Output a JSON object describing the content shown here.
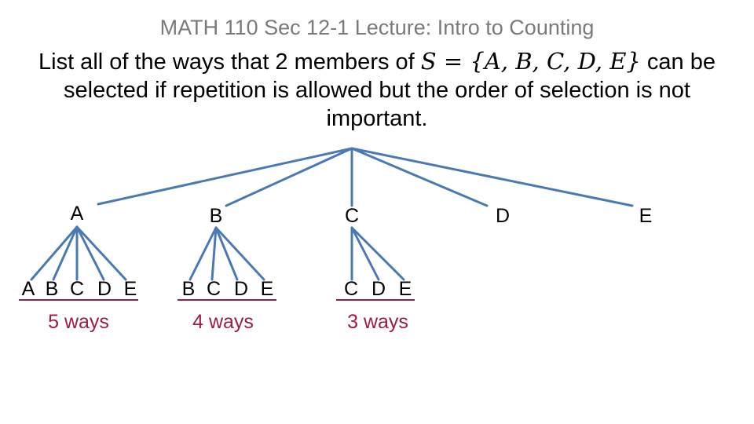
{
  "slide": {
    "header": "MATH 110 Sec 12-1 Lecture: Intro to Counting",
    "question": {
      "text_before": "List all of the ways that 2 members of ",
      "set_var": "S",
      "equals": " = ",
      "set_open": "{",
      "set_elements": "A, B, C, D, E",
      "set_close": "}",
      "text_after": " can be selected if repetition is allowed but the order of selection is not important."
    }
  },
  "tree": {
    "level1": [
      "A",
      "B",
      "C",
      "D",
      "E"
    ],
    "level2": {
      "A": [
        "A",
        "B",
        "C",
        "D",
        "E"
      ],
      "B": [
        "B",
        "C",
        "D",
        "E"
      ],
      "C": [
        "C",
        "D",
        "E"
      ]
    },
    "counts": [
      "5 ways",
      "4 ways",
      "3 ways"
    ]
  },
  "colors": {
    "branch": "#4a7ab5",
    "underline": "#9b1c48",
    "count_text": "#9b1c48",
    "header": "#7a7a7a"
  }
}
